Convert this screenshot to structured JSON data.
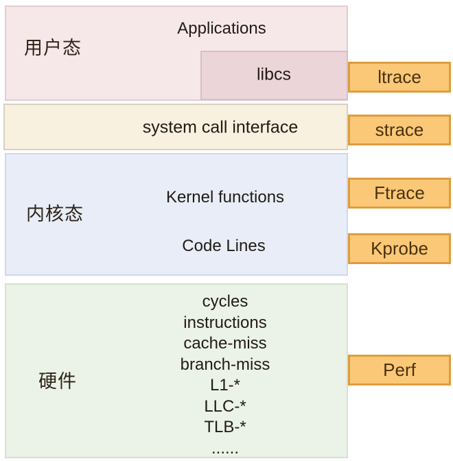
{
  "diagram": {
    "layers": {
      "user": {
        "label": "用户态",
        "applications": "Applications",
        "libcs": "libcs"
      },
      "syscall": {
        "text": "system call interface"
      },
      "kernel": {
        "label": "内核态",
        "functions": "Kernel functions",
        "code_lines": "Code Lines"
      },
      "hardware": {
        "label": "硬件",
        "events": [
          "cycles",
          "instructions",
          "cache-miss",
          "branch-miss",
          "L1-*",
          "LLC-*",
          "TLB-*",
          "......"
        ]
      }
    },
    "tools": {
      "ltrace": "ltrace",
      "strace": "strace",
      "ftrace": "Ftrace",
      "kprobe": "Kprobe",
      "perf": "Perf"
    }
  },
  "colors": {
    "user-fill": "#f6e7e8",
    "user-border": "#e2cdd1",
    "libcs-fill": "#ecd5d9",
    "libcs-border": "#d2c0cc",
    "syscall-fill": "#f8f1df",
    "syscall-border": "#d9d1c0",
    "kernel-fill": "#e8edf8",
    "kernel-border": "#d2d8e8",
    "hw-fill": "#ebf2e8",
    "hw-border": "#d5e0d1",
    "tool-fill": "#fac877",
    "tool-border": "#de9c3e",
    "tool-text": "#4a320e",
    "text-dark": "#201b15",
    "label-dark": "#2e2517"
  }
}
